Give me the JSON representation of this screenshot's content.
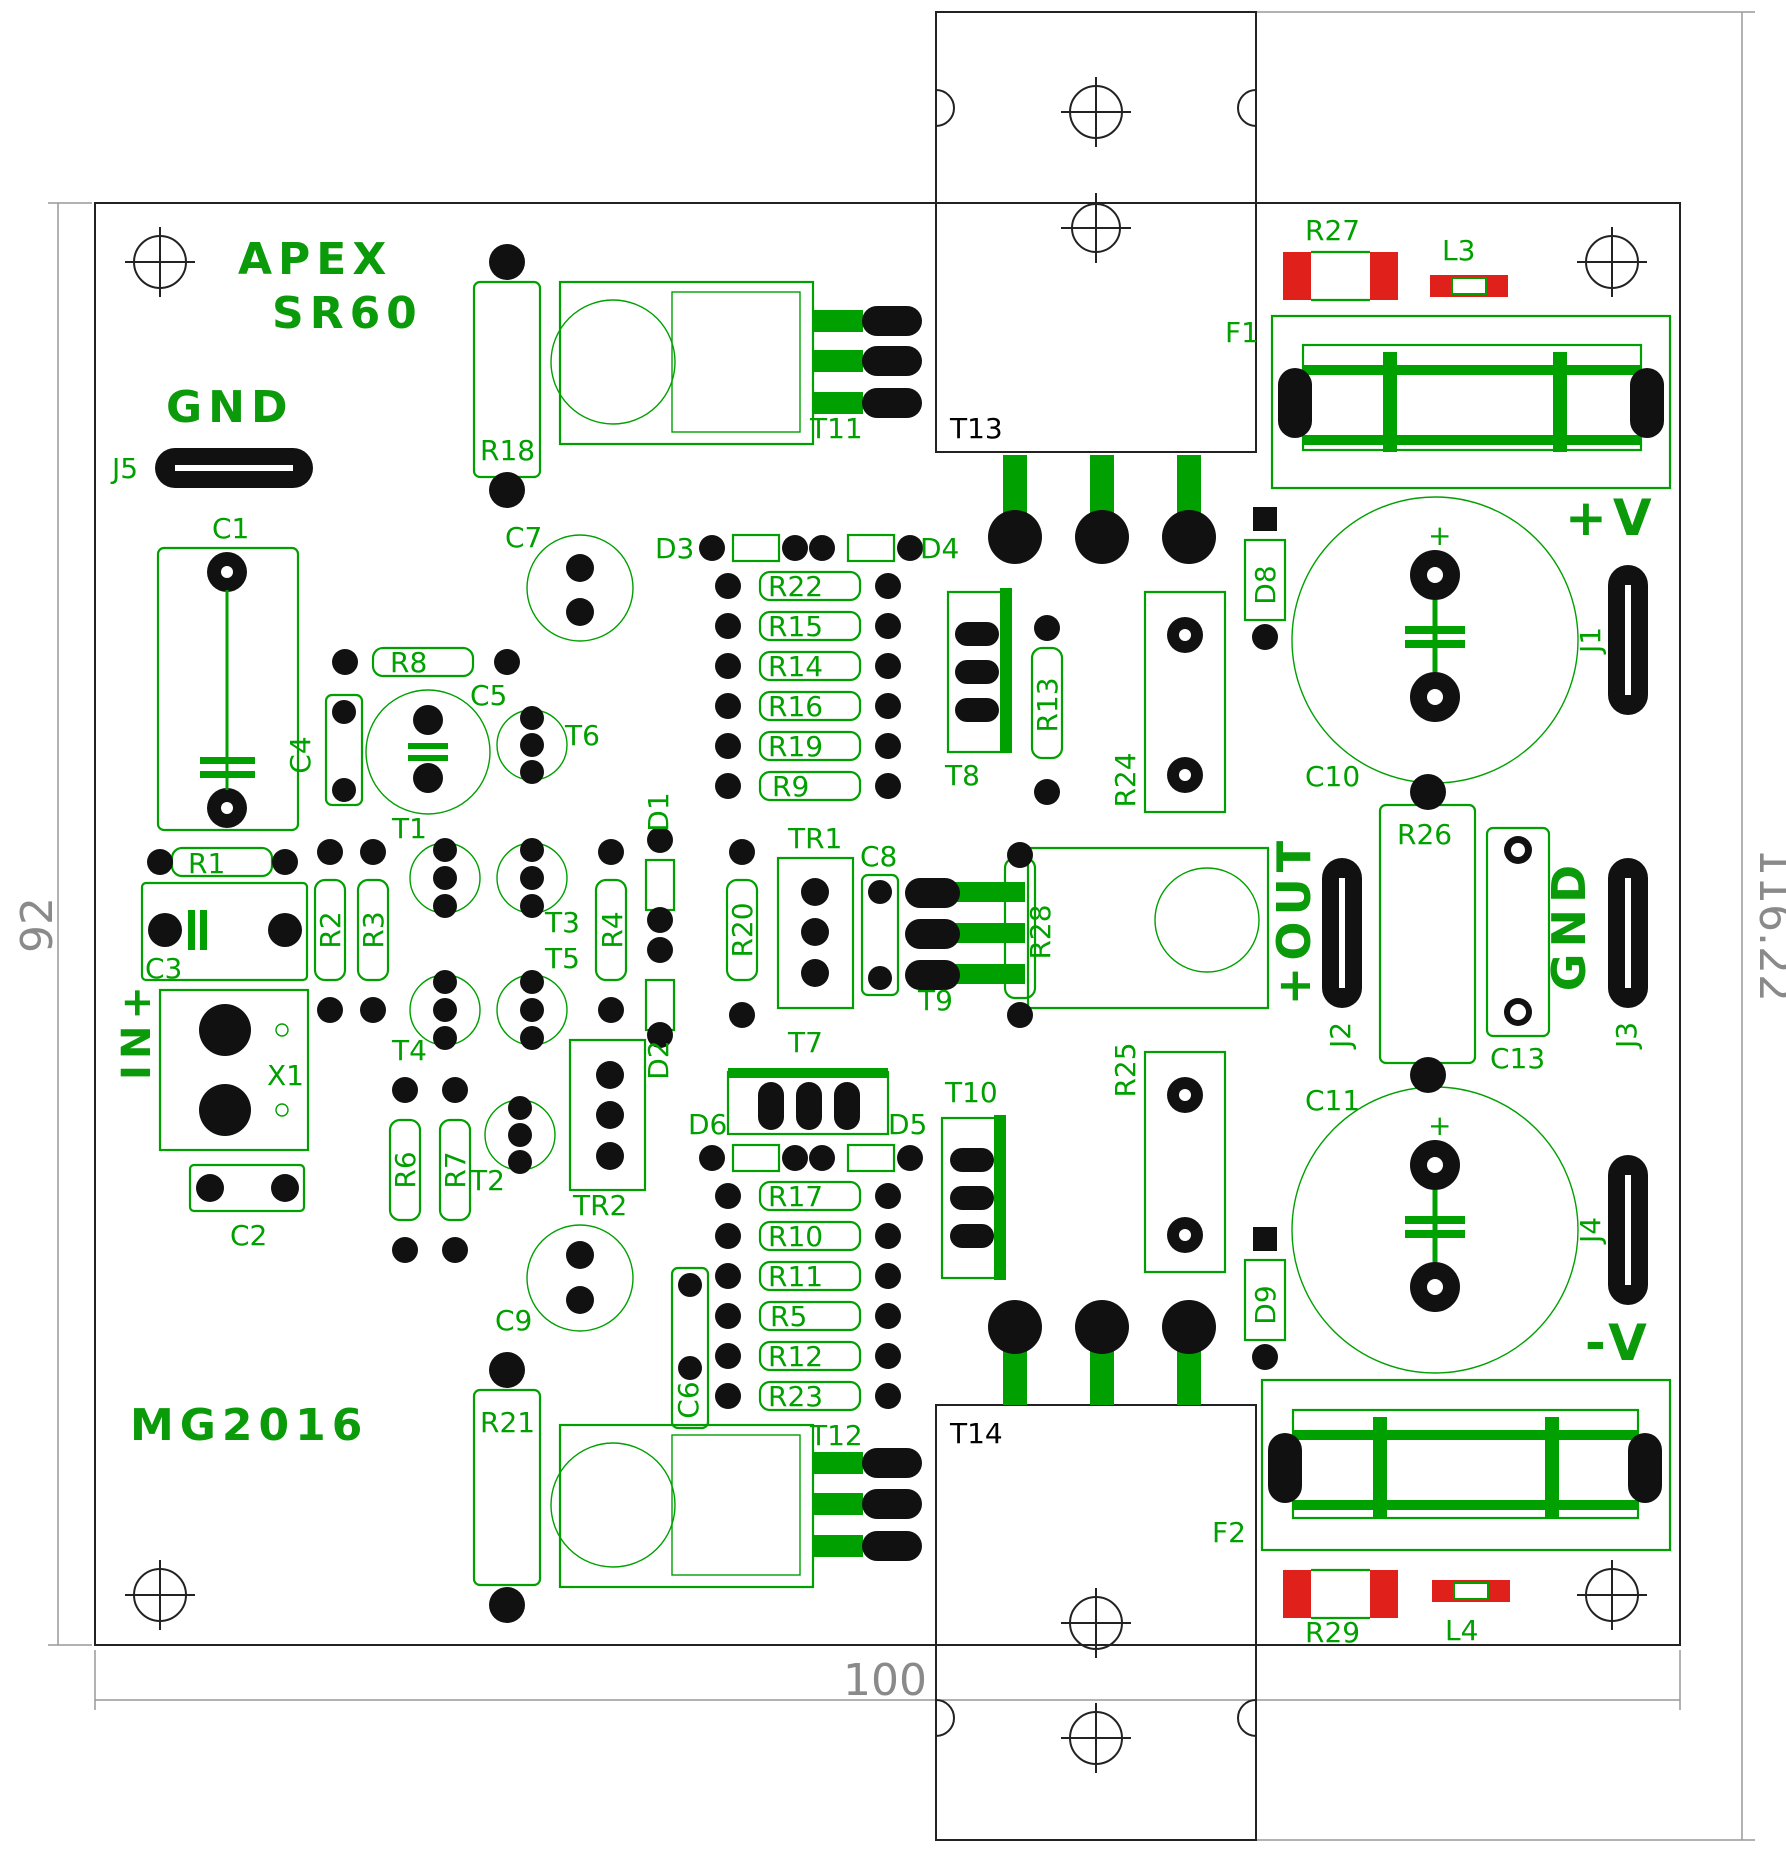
{
  "title": {
    "line1": "APEX",
    "line2": "SR60"
  },
  "footer_text": "MG2016",
  "dimensions": {
    "width": "100",
    "height": "92",
    "total_height": "116.22"
  },
  "power_labels": {
    "gnd_top": "GND",
    "plus_v": "+V",
    "minus_v": "-V",
    "out": "+OUT",
    "gnd_right": "GND",
    "in": "IN+"
  },
  "designators": {
    "C1": "C1",
    "C2": "C2",
    "C3": "C3",
    "C4": "C4",
    "C5": "C5",
    "C6": "C6",
    "C7": "C7",
    "C8": "C8",
    "C9": "C9",
    "C10": "C10",
    "C11": "C11",
    "C13": "C13",
    "R1": "R1",
    "R2": "R2",
    "R3": "R3",
    "R4": "R4",
    "R5": "R5",
    "R6": "R6",
    "R7": "R7",
    "R8": "R8",
    "R9": "R9",
    "R10": "R10",
    "R11": "R11",
    "R12": "R12",
    "R13": "R13",
    "R14": "R14",
    "R15": "R15",
    "R16": "R16",
    "R17": "R17",
    "R18": "R18",
    "R19": "R19",
    "R20": "R20",
    "R21": "R21",
    "R22": "R22",
    "R23": "R23",
    "R24": "R24",
    "R25": "R25",
    "R26": "R26",
    "R27": "R27",
    "R28": "R28",
    "R29": "R29",
    "T1": "T1",
    "T2": "T2",
    "T3": "T3",
    "T4": "T4",
    "T5": "T5",
    "T6": "T6",
    "T7": "T7",
    "T8": "T8",
    "T9": "T9",
    "T10": "T10",
    "T11": "T11",
    "T12": "T12",
    "T13": "T13",
    "T14": "T14",
    "TR1": "TR1",
    "TR2": "TR2",
    "D1": "D1",
    "D2": "D2",
    "D3": "D3",
    "D4": "D4",
    "D5": "D5",
    "D6": "D6",
    "D8": "D8",
    "D9": "D9",
    "J1": "J1",
    "J2": "J2",
    "J3": "J3",
    "J4": "J4",
    "J5": "J5",
    "F1": "F1",
    "F2": "F2",
    "L3": "L3",
    "L4": "L4",
    "X1": "X1"
  },
  "colors": {
    "silkscreen": "#00a000",
    "pad": "#111111",
    "smd_pad": "#e0201a",
    "dimension": "#8a8a8a"
  }
}
